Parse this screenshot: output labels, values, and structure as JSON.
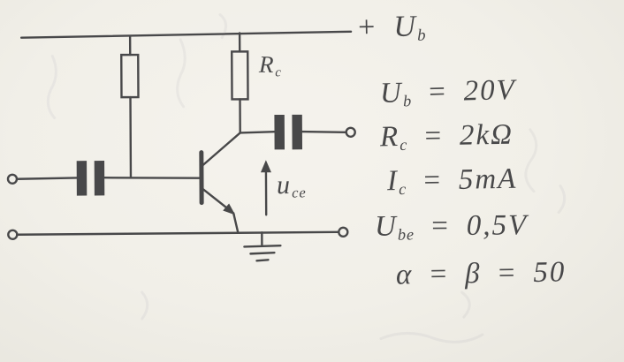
{
  "paper": {
    "background_color": "#f1efe8",
    "ink_color": "#3a3a3c",
    "description": "hand-drawn pencil sketch of a one-transistor amplifier circuit with component values"
  },
  "circuit_labels": {
    "supply": {
      "main": "+ U",
      "sub": "b"
    },
    "rc": {
      "main": "R",
      "sub": "c"
    },
    "uce": {
      "main": "u",
      "sub": "ce"
    }
  },
  "circuit_elements": [
    "supply-rail",
    "bias-resistor",
    "collector-resistor-rc",
    "npn-transistor",
    "input-coupling-capacitor",
    "output-coupling-capacitor",
    "uce-arrow",
    "ground-symbol",
    "input-terminals",
    "output-terminals"
  ],
  "equations": [
    {
      "main": "U",
      "sub": "b",
      "rest": " = 20V"
    },
    {
      "main": "R",
      "sub": "c",
      "rest": " = 2kΩ"
    },
    {
      "main": "I",
      "sub": "c",
      "rest": " = 5mA"
    },
    {
      "main": "U",
      "sub": "be",
      "rest": " = 0,5V"
    },
    {
      "main": "α",
      "sub": "",
      "rest": " = β = 50"
    }
  ]
}
